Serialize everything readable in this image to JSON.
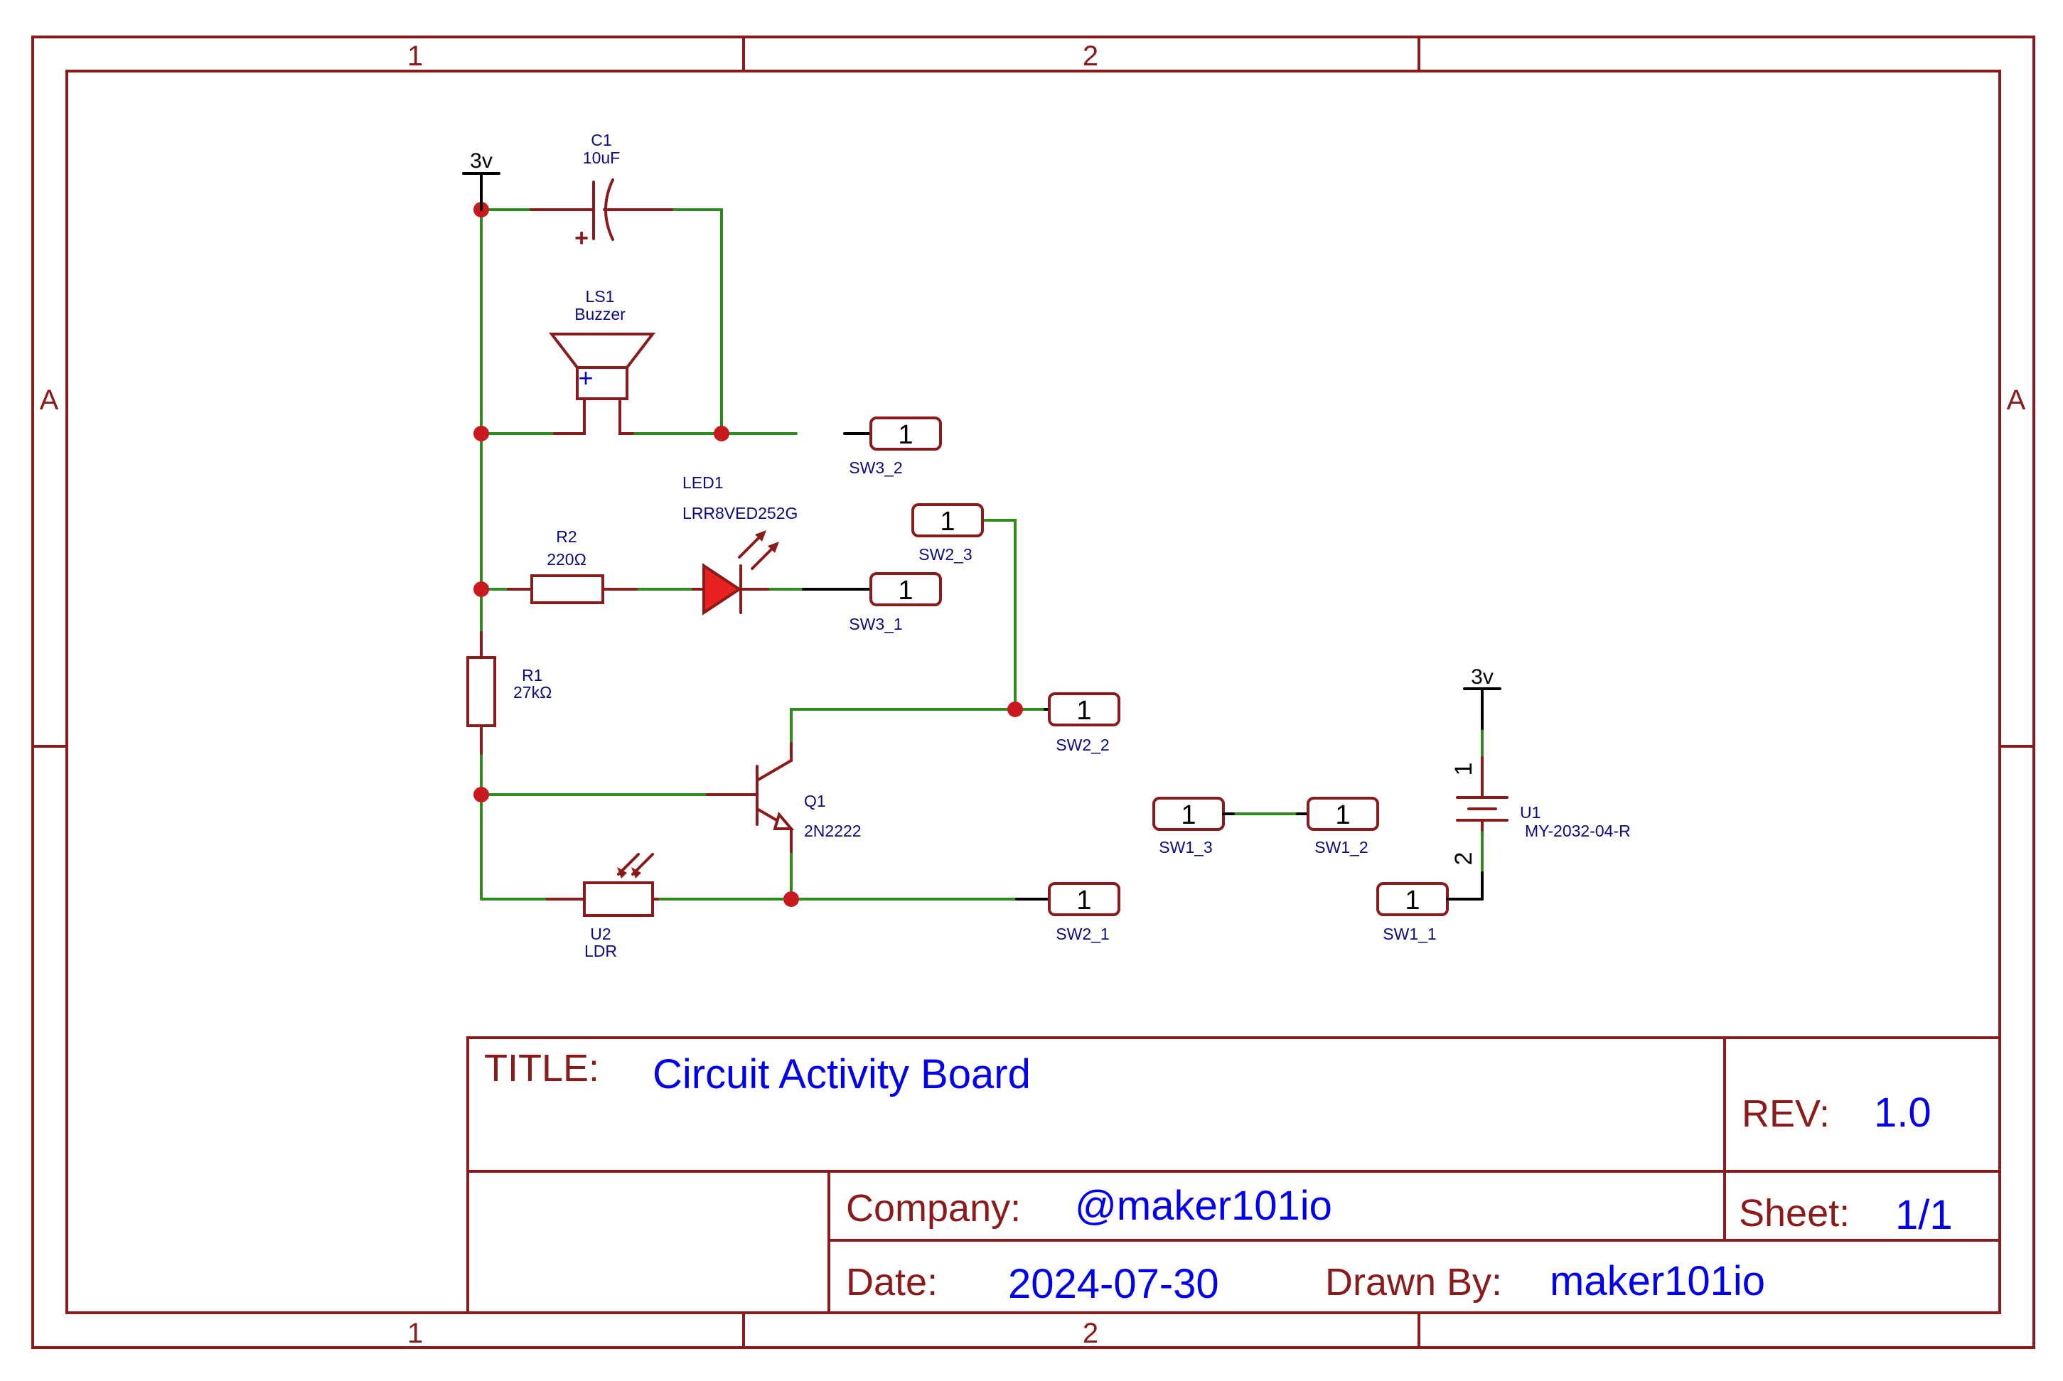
{
  "frame": {
    "column_labels": [
      "1",
      "2"
    ],
    "row_label": "A"
  },
  "power": {
    "top_label": "3v",
    "battery_label": "3v"
  },
  "components": {
    "c1": {
      "ref": "C1",
      "value": "10uF",
      "plus": "+"
    },
    "ls1": {
      "ref": "LS1",
      "value": "Buzzer",
      "plus": "+"
    },
    "led1": {
      "ref": "LED1",
      "value": "LRR8VED252G"
    },
    "r2": {
      "ref": "R2",
      "value": "220Ω"
    },
    "r1": {
      "ref": "R1",
      "value": "27kΩ"
    },
    "q1": {
      "ref": "Q1",
      "value": "2N2222"
    },
    "u2": {
      "ref": "U2",
      "value": "LDR"
    },
    "u1": {
      "ref": "U1",
      "value": "MY-2032-04-R",
      "pin1": "1",
      "pin2": "2"
    }
  },
  "connectors": {
    "sw3_2": {
      "name": "SW3_2",
      "pin": "1"
    },
    "sw3_1": {
      "name": "SW3_1",
      "pin": "1"
    },
    "sw2_3": {
      "name": "SW2_3",
      "pin": "1"
    },
    "sw2_2": {
      "name": "SW2_2",
      "pin": "1"
    },
    "sw2_1": {
      "name": "SW2_1",
      "pin": "1"
    },
    "sw1_3": {
      "name": "SW1_3",
      "pin": "1"
    },
    "sw1_2": {
      "name": "SW1_2",
      "pin": "1"
    },
    "sw1_1": {
      "name": "SW1_1",
      "pin": "1"
    }
  },
  "title_block": {
    "title_label": "TITLE:",
    "title": "Circuit Activity Board",
    "rev_label": "REV:",
    "rev": "1.0",
    "company_label": "Company:",
    "company": "@maker101io",
    "sheet_label": "Sheet:",
    "sheet": "1/1",
    "date_label": "Date:",
    "date": "2024-07-30",
    "drawn_by_label": "Drawn By:",
    "drawn_by": "maker101io"
  },
  "colors": {
    "frame": "#8b1a1a",
    "wire": "#2e8b1e",
    "junction": "#c8191e",
    "label": "#0b0b80",
    "value_text": "#0000ee",
    "led_fill": "#e8231f"
  }
}
